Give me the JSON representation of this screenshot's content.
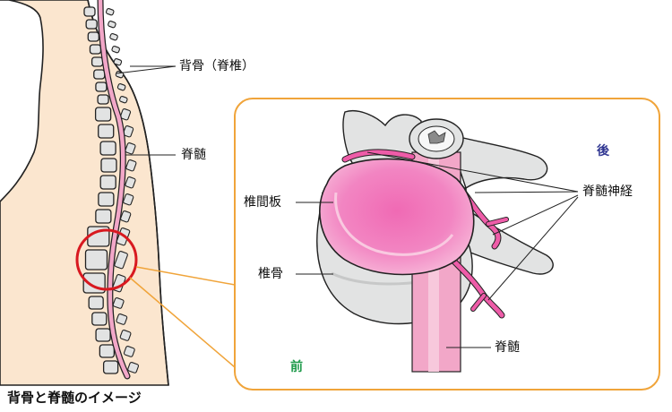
{
  "caption": "背骨と脊髄のイメージ",
  "labels": {
    "spine": "背骨（脊椎）",
    "spinal_cord_left": "脊髄",
    "disc": "椎間板",
    "vertebra": "椎骨",
    "nerves": "脊髄神経",
    "spinal_cord_right": "脊髄"
  },
  "directions": {
    "back": "後",
    "front": "前"
  },
  "colors": {
    "skin": "#fbe6cf",
    "bone": "#e2e3e3",
    "cord": "#f2a7c8",
    "nerve": "#ee5ca8",
    "disc": "#f06ab4",
    "frame": "#f0a43a",
    "highlight_circle": "#d81920",
    "back_label": "#2f3591",
    "front_label": "#1e9a4a"
  }
}
